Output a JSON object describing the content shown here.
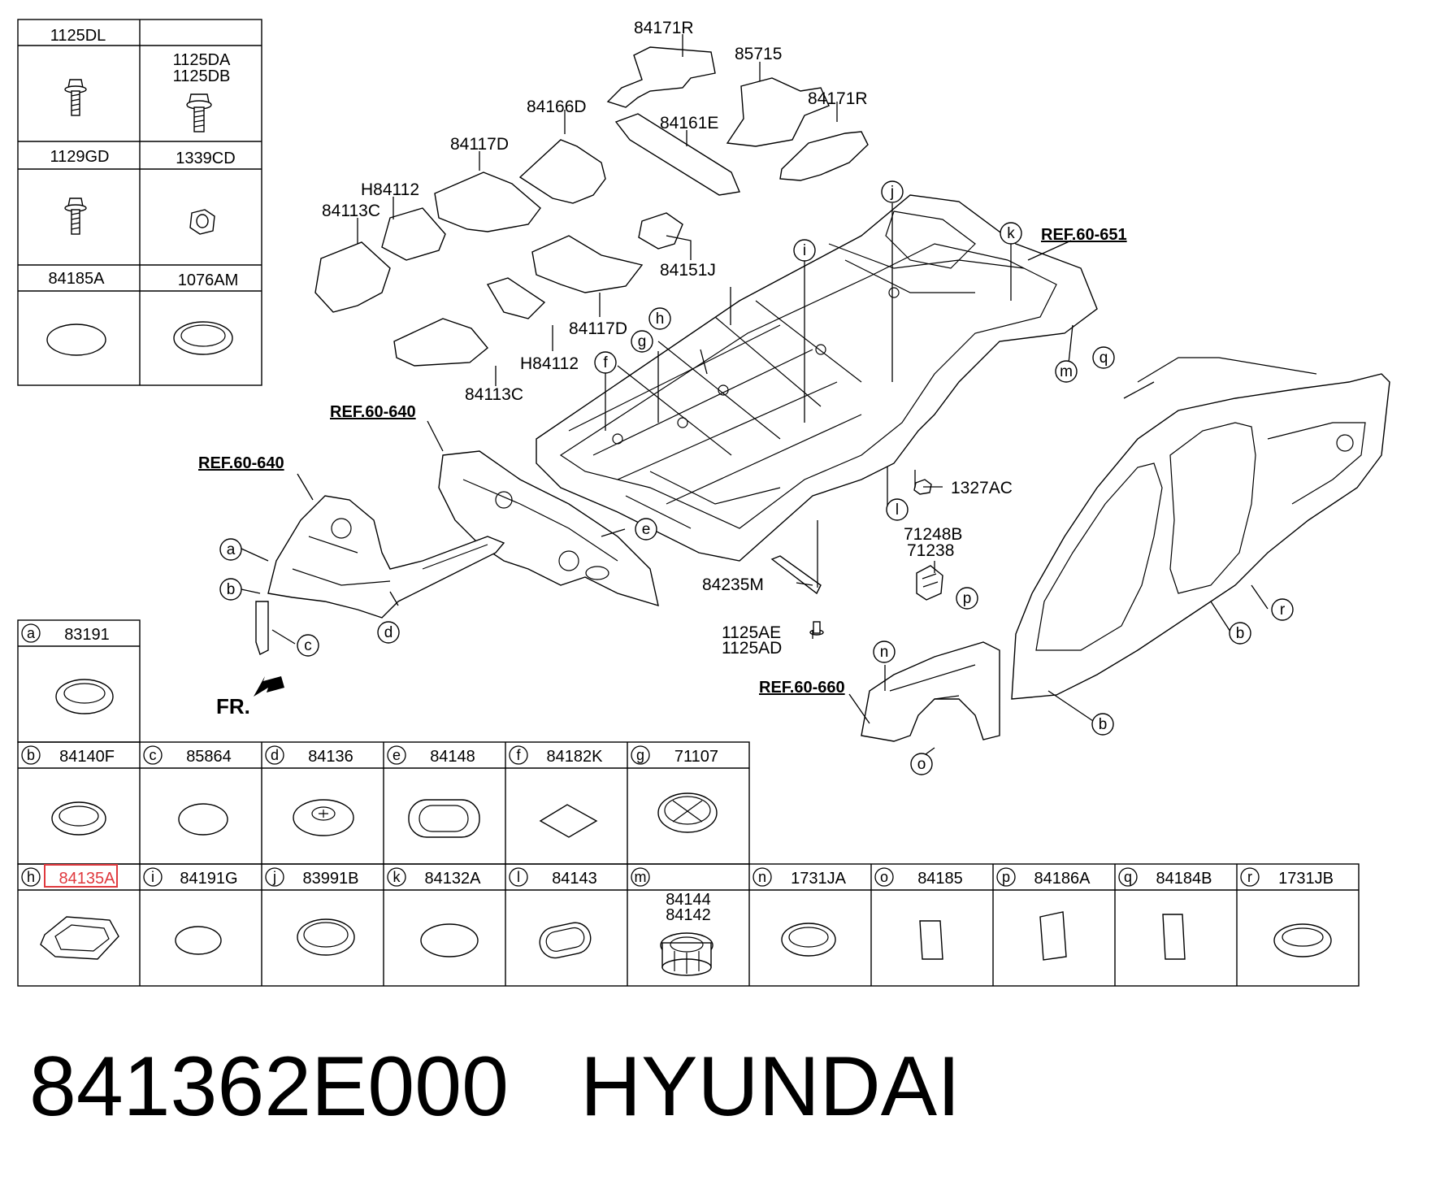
{
  "footer": {
    "part_number": "841362E000",
    "brand": "HYUNDAI"
  },
  "fastener_table": [
    {
      "code": "1125DL"
    },
    {
      "code": "1125DA\n1125DB"
    },
    {
      "code": "1129GD"
    },
    {
      "code": "1339CD"
    },
    {
      "code": "84185A"
    },
    {
      "code": "1076AM"
    }
  ],
  "ref_labels": [
    "REF.60-651",
    "REF.60-640",
    "REF.60-640",
    "REF.60-660"
  ],
  "direction_label": "FR.",
  "diagram_part_labels": [
    "84171R",
    "85715",
    "84171R",
    "84166D",
    "84161E",
    "84117D",
    "H84112",
    "84113C",
    "84151J",
    "84117D",
    "H84112",
    "84113C",
    "1327AC",
    "71248B",
    "71238",
    "84235M",
    "1125AE",
    "1125AD"
  ],
  "callout_letters": [
    "a",
    "b",
    "c",
    "d",
    "e",
    "f",
    "g",
    "h",
    "i",
    "j",
    "k",
    "l",
    "m",
    "n",
    "o",
    "p",
    "q",
    "r",
    "b",
    "b"
  ],
  "grommet_legend": [
    {
      "letter": "a",
      "part": "83191"
    },
    {
      "letter": "b",
      "part": "84140F"
    },
    {
      "letter": "c",
      "part": "85864"
    },
    {
      "letter": "d",
      "part": "84136"
    },
    {
      "letter": "e",
      "part": "84148"
    },
    {
      "letter": "f",
      "part": "84182K"
    },
    {
      "letter": "g",
      "part": "71107"
    },
    {
      "letter": "h",
      "part": "84135A",
      "highlighted": true
    },
    {
      "letter": "i",
      "part": "84191G"
    },
    {
      "letter": "j",
      "part": "83991B"
    },
    {
      "letter": "k",
      "part": "84132A"
    },
    {
      "letter": "l",
      "part": "84143"
    },
    {
      "letter": "m",
      "part": "84144\n84142"
    },
    {
      "letter": "n",
      "part": "1731JA"
    },
    {
      "letter": "o",
      "part": "84185"
    },
    {
      "letter": "p",
      "part": "84186A"
    },
    {
      "letter": "q",
      "part": "84184B"
    },
    {
      "letter": "r",
      "part": "1731JB"
    }
  ],
  "colors": {
    "highlight": "#e0393e",
    "line": "#000000",
    "background": "#ffffff"
  }
}
